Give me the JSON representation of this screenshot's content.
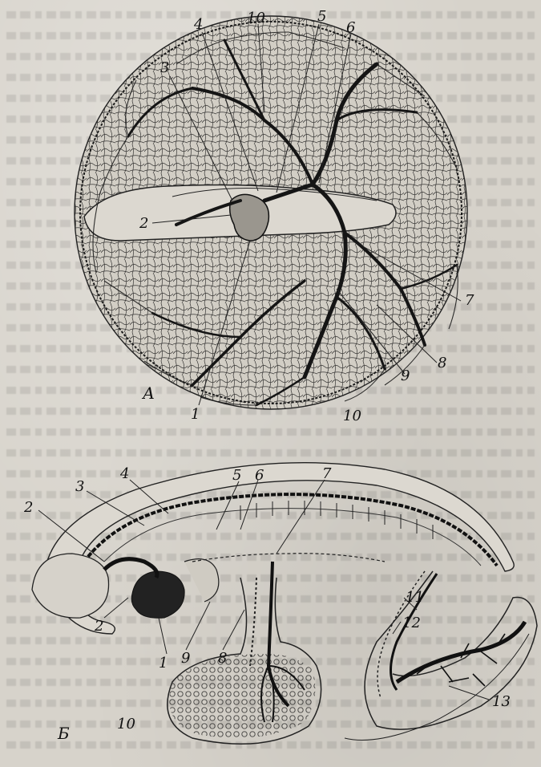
{
  "figure": {
    "panel_a_label": "А",
    "panel_b_label": "Б",
    "panel_a_numbers": {
      "n1": "1",
      "n2": "2",
      "n3": "3",
      "n4": "4",
      "n5": "5",
      "n6": "6",
      "n7": "7",
      "n8": "8",
      "n9": "9",
      "n10_top": "10",
      "n10_bottom": "10"
    },
    "panel_b_numbers": {
      "n1": "1",
      "n2a": "2",
      "n2b": "2",
      "n3": "3",
      "n4": "4",
      "n5": "5",
      "n6": "6",
      "n7": "7",
      "n8": "8",
      "n9": "9",
      "n10": "10",
      "n11": "11",
      "n12": "12",
      "n13": "13"
    }
  },
  "colors": {
    "ink": "#141414",
    "paper": "#d7d3cb",
    "vessel_dark": "#1a1a1a"
  }
}
